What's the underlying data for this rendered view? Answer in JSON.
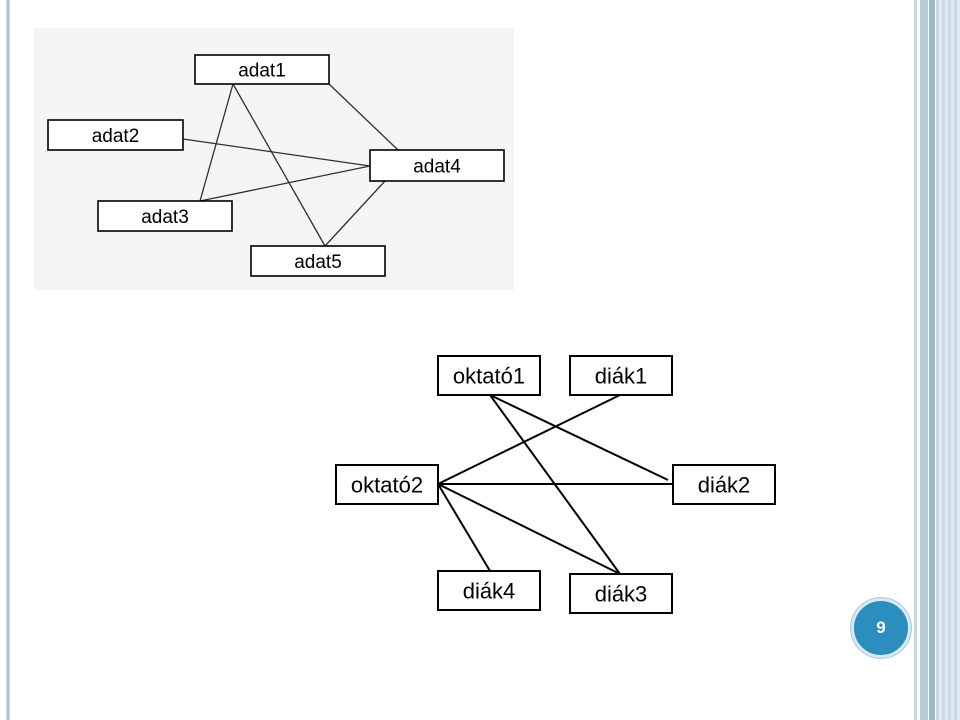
{
  "slide": {
    "page_number": "9",
    "accent_color": "#2c8dbf"
  },
  "diagram_top": {
    "nodes": [
      "adat1",
      "adat2",
      "adat3",
      "adat4",
      "adat5"
    ],
    "edges": [
      [
        "adat1",
        "adat3"
      ],
      [
        "adat1",
        "adat5"
      ],
      [
        "adat1",
        "adat4"
      ],
      [
        "adat2",
        "adat4"
      ],
      [
        "adat3",
        "adat4"
      ],
      [
        "adat5",
        "adat4"
      ]
    ]
  },
  "diagram_bottom": {
    "nodes": [
      "oktató1",
      "diák1",
      "oktató2",
      "diák2",
      "diák4",
      "diák3"
    ],
    "edges": [
      [
        "oktató1",
        "diák2"
      ],
      [
        "oktató1",
        "diák3"
      ],
      [
        "oktató2",
        "diák1"
      ],
      [
        "oktató2",
        "diák2"
      ],
      [
        "oktató2",
        "diák3"
      ],
      [
        "oktató2",
        "diák4"
      ]
    ]
  }
}
